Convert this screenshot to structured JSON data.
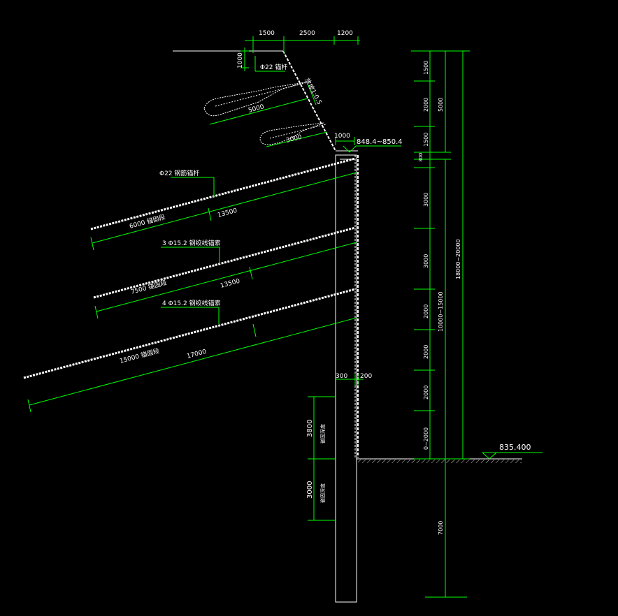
{
  "colors": {
    "background": "#000000",
    "structure": "#ffffff",
    "dimension": "#00ff00"
  },
  "top_dims": [
    "1500",
    "2500",
    "1200"
  ],
  "left_dims": {
    "cap": "1000",
    "bar_label": "Φ22 锚杆",
    "slope_ratio": "放坡1:0.5",
    "upper_anchor_len": "5000",
    "lower_anchor_len": "3000",
    "crest_dim": "1000",
    "crest_elevation": "848.4~850.4"
  },
  "anchors": [
    {
      "label": "Φ22 钢筋锚杆",
      "free": "6000 锚固段",
      "total": "13500"
    },
    {
      "label": "3 Φ15.2 钢绞线锚索",
      "free": "7500 锚固段",
      "total": "13500"
    },
    {
      "label": "4 Φ15.2 钢绞线锚索",
      "free": "15000 锚固段",
      "total": "17000"
    }
  ],
  "pile_dims": {
    "left": "300",
    "right": "200",
    "embed_upper": "3800",
    "embed_lower": "3000",
    "embed_upper_note": "嵌固深度",
    "embed_lower_note": "嵌固深度"
  },
  "right_dims": {
    "segments": [
      "1500",
      "2000",
      "1500",
      "300",
      "3000",
      "3000",
      "2000",
      "2000",
      "2000",
      "0~2000"
    ],
    "upper_total": "5000",
    "mid_total": "10000~15000",
    "full_total": "18000~20000",
    "embed": "7000"
  },
  "ground_elevation": "835.400"
}
